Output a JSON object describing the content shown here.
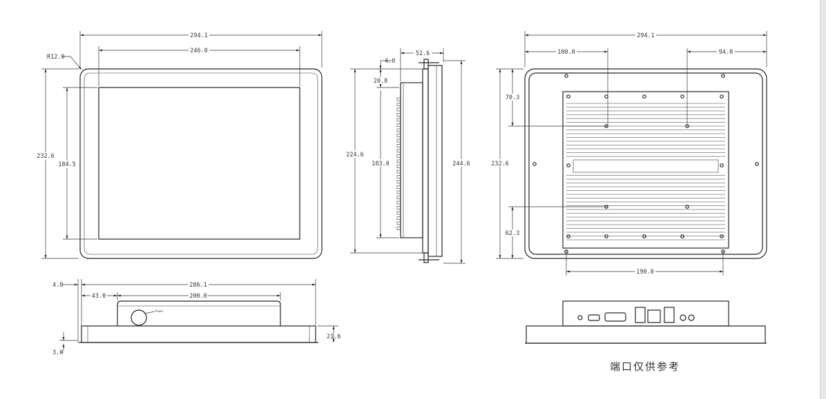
{
  "front_view": {
    "width_overall": "294.1",
    "width_screen": "246.0",
    "height_overall": "232.6",
    "height_screen": "184.5",
    "corner_radius": "R12.0"
  },
  "side_view": {
    "depth": "52.6",
    "bracket_offset": "4.0",
    "top_offset": "20.8",
    "height_body": "224.6",
    "height_housing": "183.0",
    "height_with_brackets": "244.6"
  },
  "back_view": {
    "width_overall": "294.1",
    "left_offset": "100.0",
    "right_offset": "94.0",
    "top_offset": "70.3",
    "height_overall": "232.6",
    "bottom_offset": "62.3",
    "mount_spacing": "190.0"
  },
  "bottom_view": {
    "bezel_offset": "4.0",
    "width": "286.1",
    "left_offset": "43.0",
    "housing_width": "200.0",
    "bezel_thickness": "21.6",
    "lip": "3.0",
    "power_label": "Power"
  },
  "note": "端口仅供参考"
}
